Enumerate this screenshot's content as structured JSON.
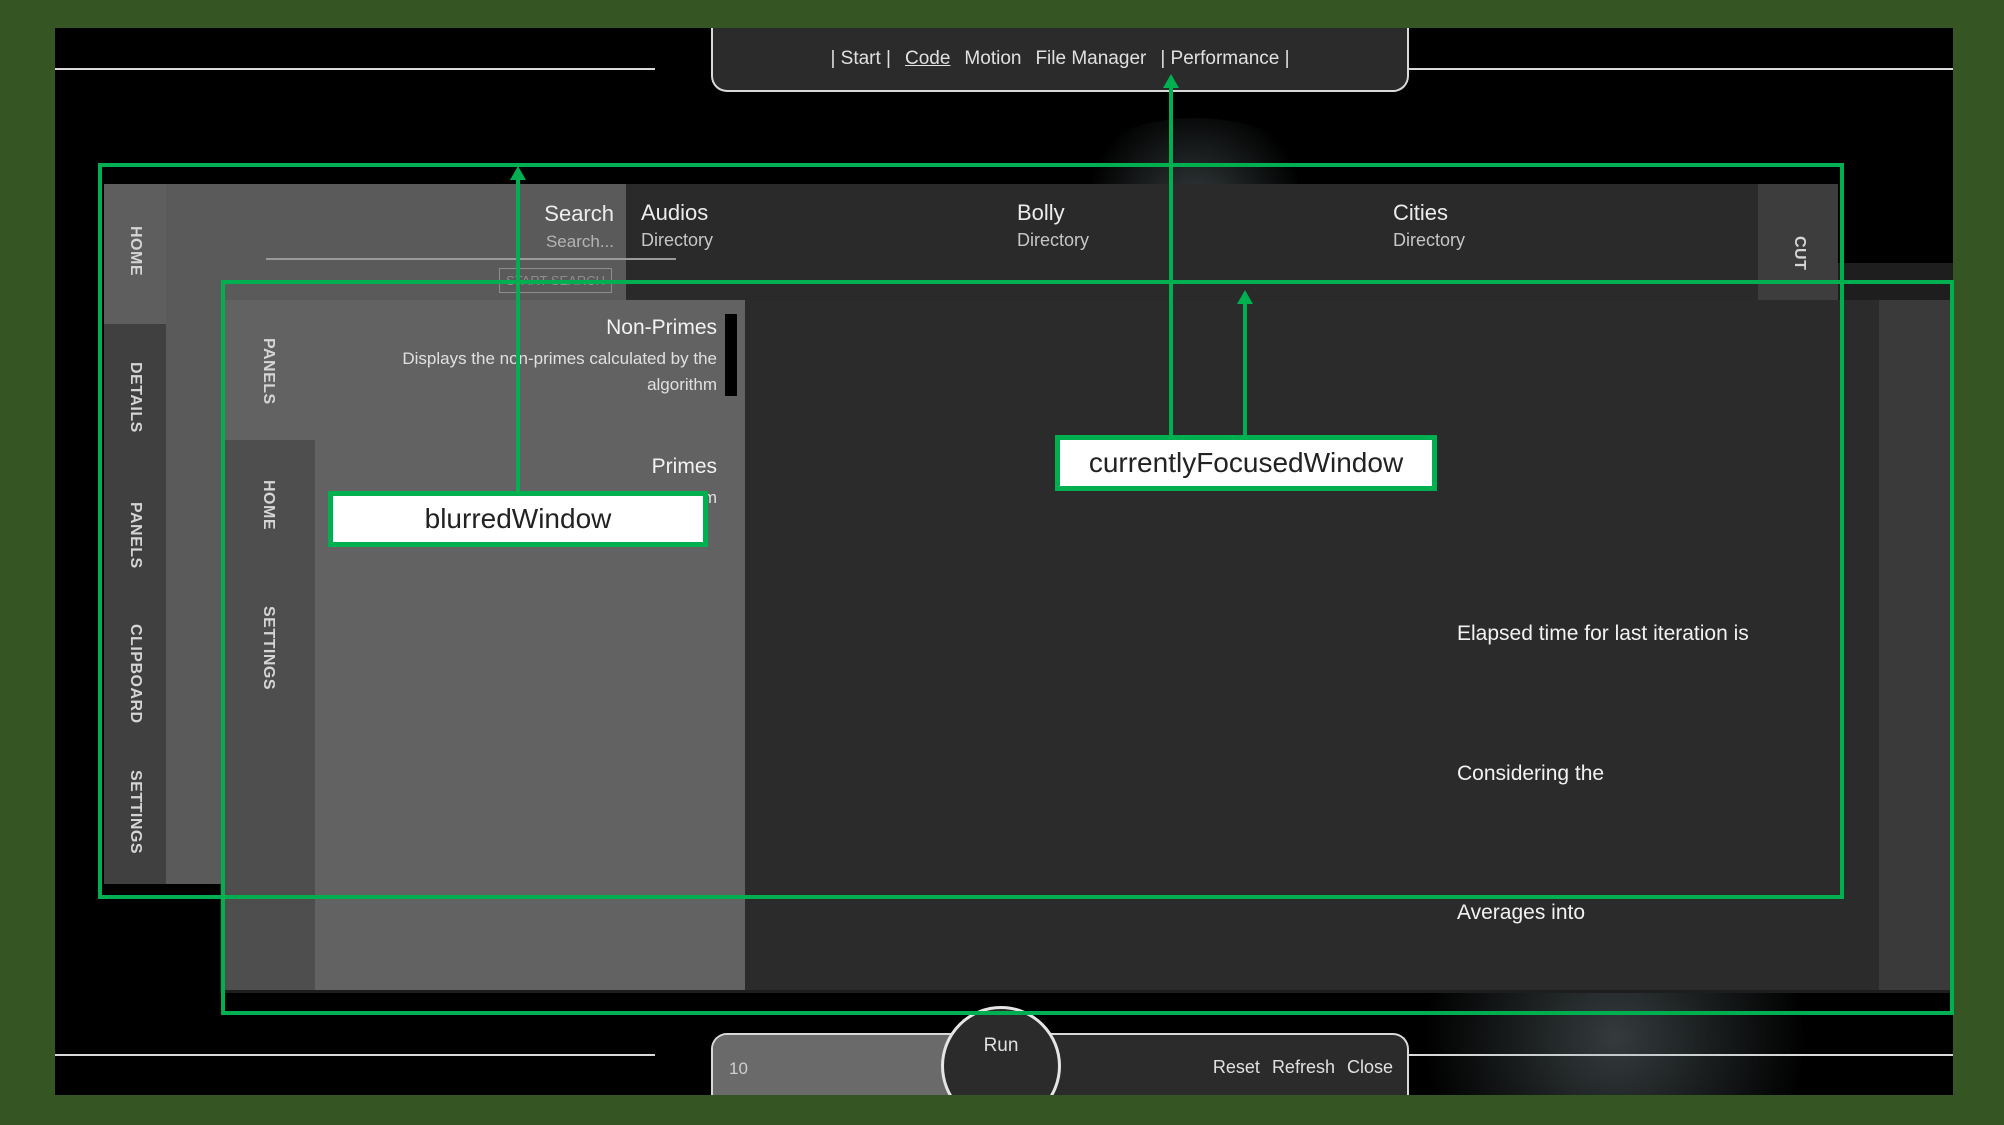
{
  "top_menu": {
    "items": [
      "| Start |",
      "Code",
      "Motion",
      "File Manager",
      "| Performance |"
    ]
  },
  "blurred_window": {
    "sidebar": [
      "HOME",
      "DETAILS",
      "PANELS",
      "CLIPBOARD",
      "SETTINGS"
    ],
    "search": {
      "title": "Search",
      "placeholder": "Search...",
      "button": "START SEARCH"
    },
    "directories": [
      {
        "title": "Audios",
        "subtitle": "Directory"
      },
      {
        "title": "Bolly",
        "subtitle": "Directory"
      },
      {
        "title": "Cities",
        "subtitle": "Directory"
      }
    ],
    "cut_label": "CUT"
  },
  "focused_window": {
    "sidebar": [
      "PANELS",
      "HOME",
      "SETTINGS"
    ],
    "panels": [
      {
        "title": "Non-Primes",
        "description": "Displays the non-primes calculated by the algorithm"
      },
      {
        "title": "Primes",
        "description": "Displays the primes calculated by the algorithm"
      }
    ],
    "stats": [
      "Elapsed time for last iteration is",
      "Considering the",
      "Averages into"
    ]
  },
  "bottom_bar": {
    "input_value": "10",
    "run_label": "Run",
    "actions": [
      "Reset",
      "Refresh",
      "Close"
    ]
  },
  "annotations": {
    "blurred": "blurredWindow",
    "focused": "currentlyFocusedWindow"
  },
  "colors": {
    "annotation": "#00b050",
    "frame": "#355623"
  }
}
